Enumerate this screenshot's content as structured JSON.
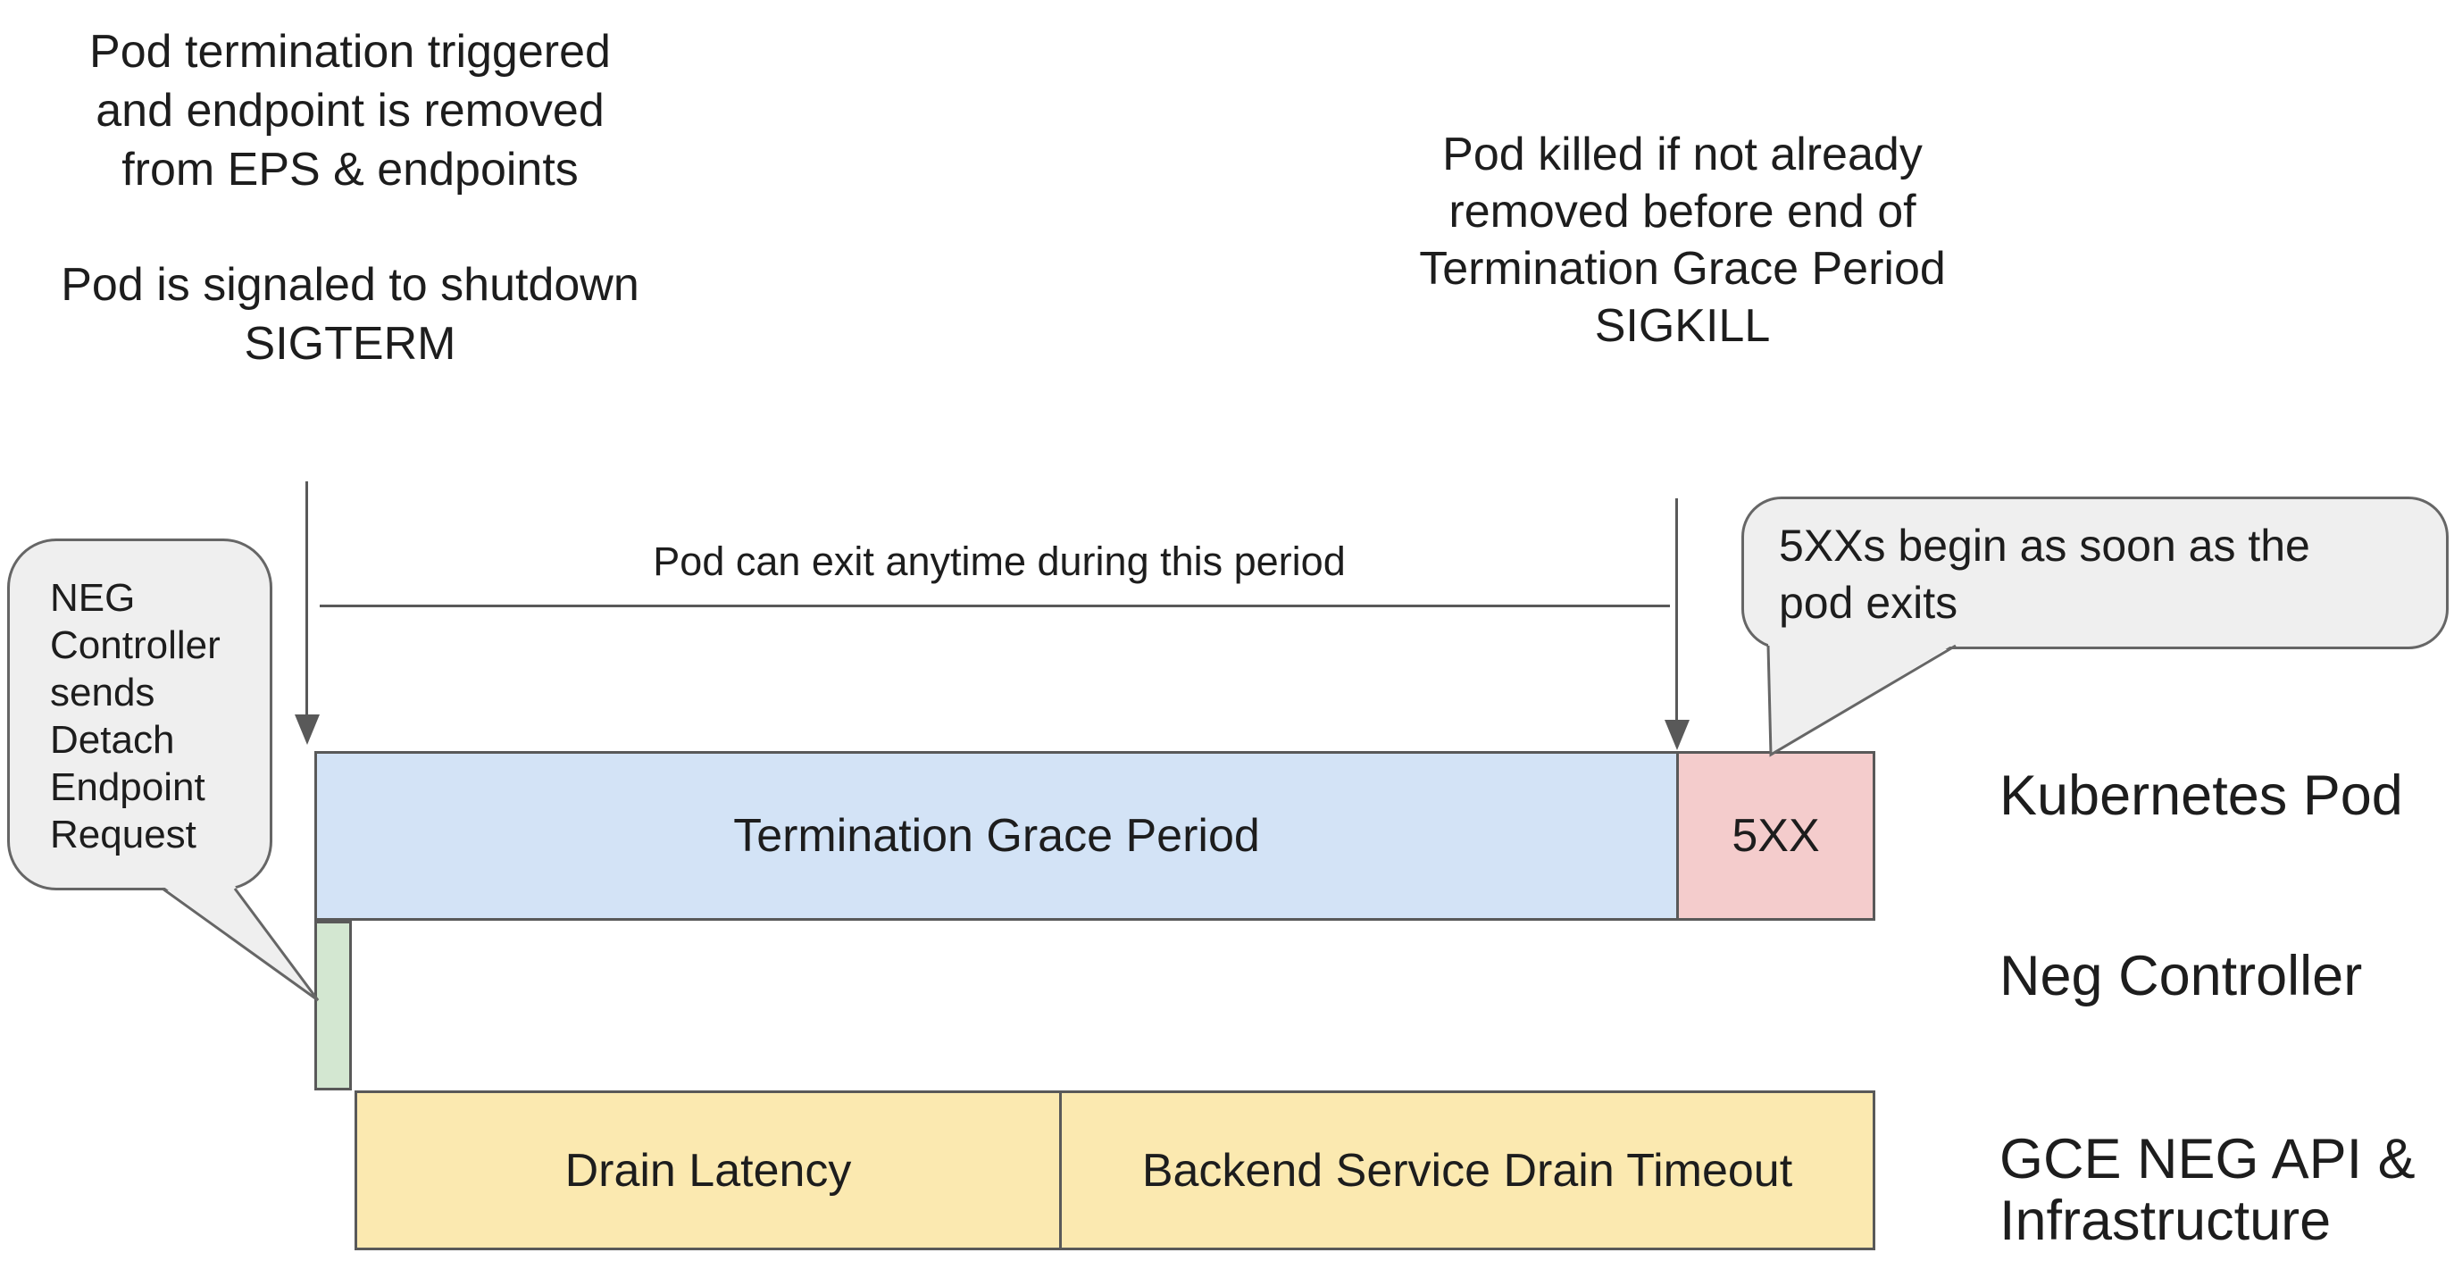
{
  "annotations": {
    "pod_termination": "Pod termination triggered\nand endpoint is removed\nfrom EPS & endpoints",
    "pod_sigterm": "Pod is signaled to shutdown\nSIGTERM",
    "pod_sigkill": "Pod killed if not already\nremoved before end of\nTermination Grace Period\nSIGKILL",
    "exit_period": "Pod can exit anytime during this period"
  },
  "callouts": {
    "neg_controller": "NEG\nController\nsends\nDetach\nEndpoint\nRequest",
    "five_xx": "5XXs begin as soon as the\npod exits"
  },
  "bars": {
    "kubernetes_pod": {
      "grace_period": "Termination Grace Period",
      "error": "5XX"
    },
    "gce": {
      "drain_latency": "Drain Latency",
      "backend_drain": "Backend Service Drain Timeout"
    }
  },
  "row_labels": {
    "kubernetes_pod": "Kubernetes Pod",
    "neg_controller": "Neg Controller",
    "gce": "GCE NEG API &\nInfrastructure"
  },
  "colors": {
    "bar-blue": "#d3e3f6",
    "bar-red": "#f4cccc",
    "bar-green": "#d3e7d1",
    "bar-yellow": "#fbe9b0",
    "callout-fill": "#efefef",
    "stroke": "#595959",
    "text": "#1d1d1d"
  }
}
